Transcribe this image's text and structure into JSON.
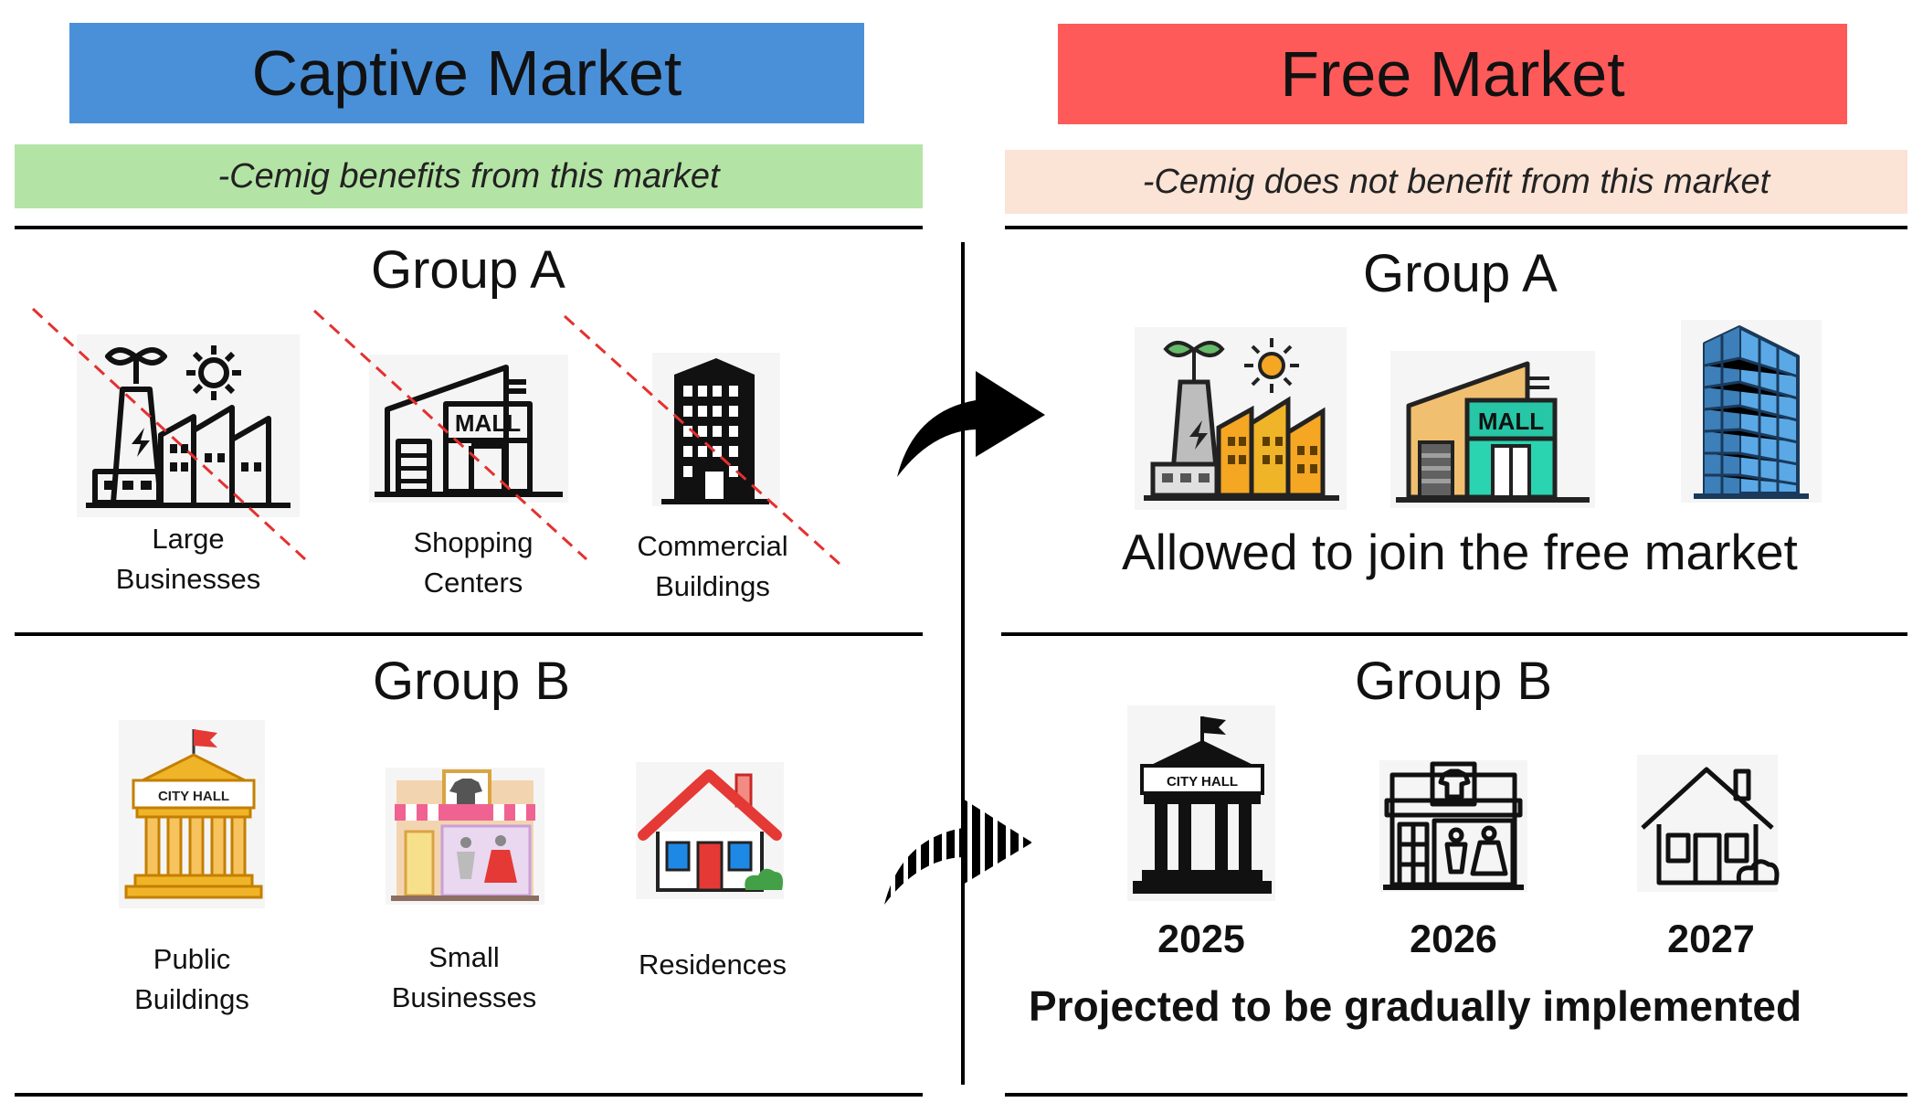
{
  "colors": {
    "captive_banner": "#4a90d9",
    "free_banner": "#ff5a5a",
    "captive_sub": "#b4e4a5",
    "free_sub": "#fbe3d6",
    "cross_out": "#e53030"
  },
  "captive": {
    "title": "Captive Market",
    "subtitle": "-Cemig benefits from this market",
    "group_a": {
      "title": "Group A",
      "items": [
        {
          "icon": "industry-icon",
          "line1": "Large",
          "line2": "Businesses",
          "crossed": true
        },
        {
          "icon": "mall-icon",
          "line1": "Shopping",
          "line2": "Centers",
          "crossed": true
        },
        {
          "icon": "office-building-icon",
          "line1": "Commercial",
          "line2": "Buildings",
          "crossed": true
        }
      ]
    },
    "group_b": {
      "title": "Group B",
      "items": [
        {
          "icon": "city-hall-icon",
          "line1": "Public",
          "line2": "Buildings",
          "sign": "CITY HALL"
        },
        {
          "icon": "shop-icon",
          "line1": "Small",
          "line2": "Businesses"
        },
        {
          "icon": "house-icon",
          "line1": "Residences"
        }
      ]
    }
  },
  "free": {
    "title": "Free Market",
    "subtitle": "-Cemig does not benefit from this market",
    "group_a": {
      "title": "Group A",
      "note": "Allowed to join the free market",
      "icons": [
        "industry-icon",
        "mall-icon",
        "office-building-icon"
      ]
    },
    "group_b": {
      "title": "Group B",
      "sign": "CITY HALL",
      "years": [
        "2025",
        "2026",
        "2027"
      ],
      "note": "Projected to be gradually implemented"
    }
  },
  "mall_sign": "MALL"
}
